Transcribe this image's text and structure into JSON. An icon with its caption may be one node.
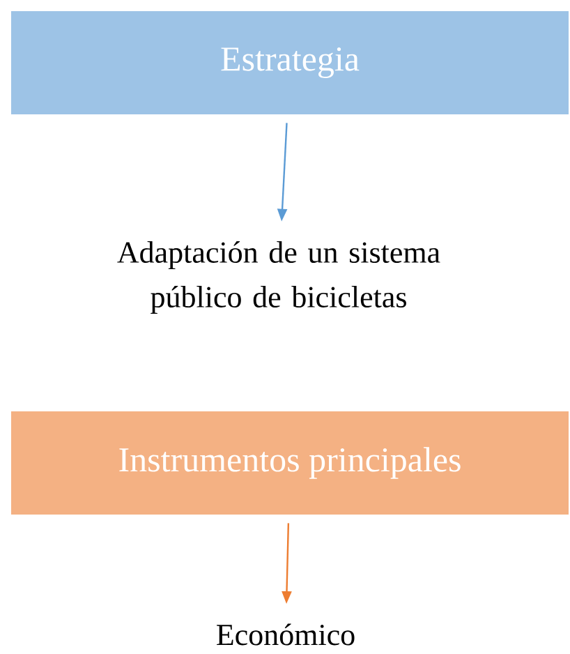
{
  "diagram": {
    "nodes": [
      {
        "text": [
          "Estrategia"
        ]
      },
      {
        "text": [
          "Adaptación de un sistema público de bicicletas"
        ]
      },
      {
        "text": [
          "Instrumentos principales"
        ]
      },
      {
        "text": [
          "Económico"
        ]
      }
    ],
    "edges": [
      {
        "from": 0,
        "to": 1,
        "arrow": "to",
        "color": "#5b9bd5"
      },
      {
        "from": 2,
        "to": 3,
        "arrow": "to",
        "color": "#ed7d31"
      }
    ]
  }
}
